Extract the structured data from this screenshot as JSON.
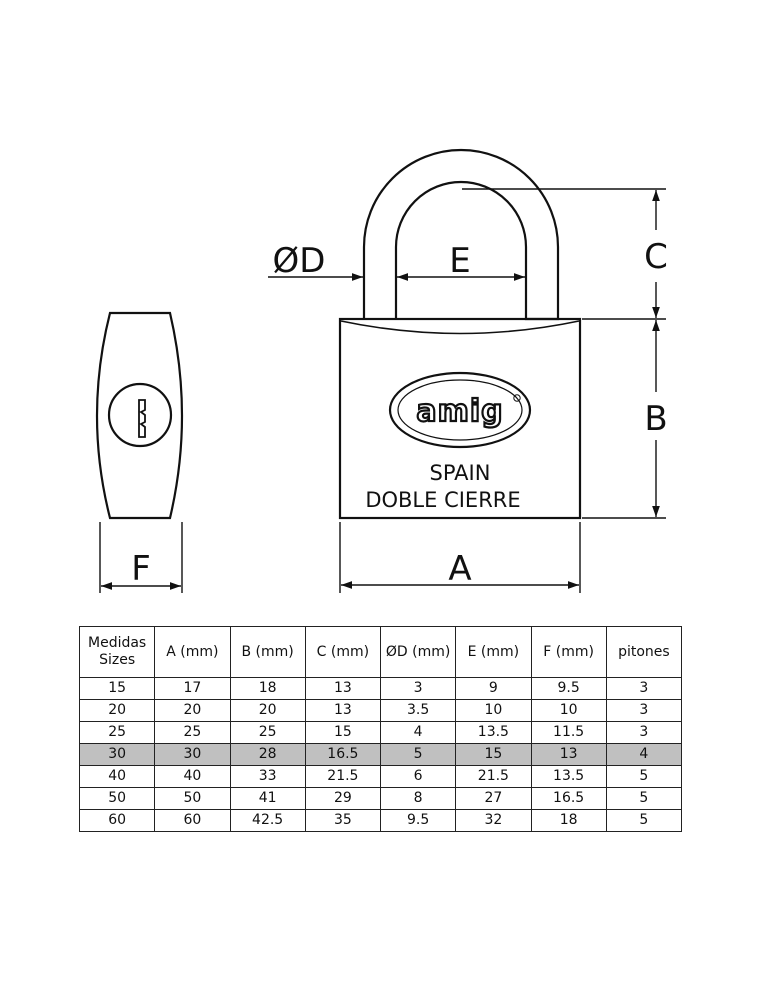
{
  "diagram": {
    "labels": {
      "c": "C",
      "b": "B",
      "a": "A",
      "e": "E",
      "d": "ØD",
      "f": "F"
    },
    "logo": "amig",
    "engraving": [
      "SPAIN",
      "DOBLE CIERRE"
    ],
    "line_color": "#111111"
  },
  "table": {
    "headers": [
      {
        "lines": [
          "Medidas",
          "Sizes"
        ]
      },
      {
        "lines": [
          "A (mm)"
        ]
      },
      {
        "lines": [
          "B (mm)"
        ]
      },
      {
        "lines": [
          "C (mm)"
        ]
      },
      {
        "lines": [
          "ØD (mm)"
        ]
      },
      {
        "lines": [
          "E (mm)"
        ]
      },
      {
        "lines": [
          "F (mm)"
        ]
      },
      {
        "lines": [
          "pitones"
        ]
      }
    ],
    "rows": [
      [
        "15",
        "17",
        "18",
        "13",
        "3",
        "9",
        "9.5",
        "3"
      ],
      [
        "20",
        "20",
        "20",
        "13",
        "3.5",
        "10",
        "10",
        "3"
      ],
      [
        "25",
        "25",
        "25",
        "15",
        "4",
        "13.5",
        "11.5",
        "3"
      ],
      [
        "30",
        "30",
        "28",
        "16.5",
        "5",
        "15",
        "13",
        "4"
      ],
      [
        "40",
        "40",
        "33",
        "21.5",
        "6",
        "21.5",
        "13.5",
        "5"
      ],
      [
        "50",
        "50",
        "41",
        "29",
        "8",
        "27",
        "16.5",
        "5"
      ],
      [
        "60",
        "60",
        "42.5",
        "35",
        "9.5",
        "32",
        "18",
        "5"
      ]
    ],
    "highlight_row": 3,
    "highlight_color": "#c0c0c0"
  }
}
